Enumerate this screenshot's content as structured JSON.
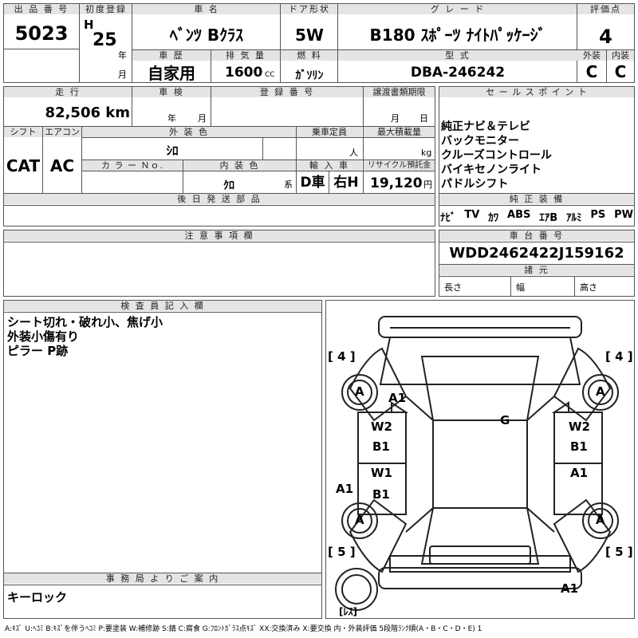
{
  "labels": {
    "lot_no": "出 品 番 号",
    "first_reg": "初度登録",
    "car_name": "車 名",
    "door": "ドア形状",
    "grade": "グ レ ー ド",
    "rating": "評価点",
    "history": "車 歴",
    "displacement": "排 気 量",
    "fuel": "燃 料",
    "model_code": "型 式",
    "exterior": "外装",
    "interior": "内装",
    "mileage": "走 行",
    "inspection": "車 検",
    "plate": "登 録 番 号",
    "transfer_deadline": "譲渡書類期限",
    "sales_points": "セ ー ル ス ポ イ ン ト",
    "shift": "シフト",
    "aircon": "エアコン",
    "ext_color": "外 装 色",
    "capacity": "乗車定員",
    "max_load": "最大積載量",
    "color_no": "カ ラ ー Ｎｏ.",
    "int_color": "内 装 色",
    "import": "輸 入 車",
    "recycle": "リサイクル預託金",
    "later_parts": "後 日 発 送 部 品",
    "genuine_equip": "純 正 装 備",
    "caution": "注 意 事 項 欄",
    "chassis_no": "車 台 番 号",
    "dimensions": "諸 元",
    "inspector": "検 査 員 記 入 欄",
    "office": "事 務 局 よ り ご 案 内"
  },
  "lot_number": "5023",
  "era": "H",
  "year": "25",
  "year_unit": "年",
  "month_unit": "月",
  "car_name": "ﾍﾞﾝﾂ Bｸﾗｽ",
  "door_type": "5W",
  "grade": "B180 ｽﾎﾟｰﾂ ﾅｲﾄﾊﾟｯｹｰｼﾞ",
  "rating_score": "4",
  "history": "自家用",
  "displacement": "1600",
  "displacement_unit": "CC",
  "fuel": "ｶﾞｿﾘﾝ",
  "model_code": "DBA-246242",
  "exterior_grade": "C",
  "interior_grade": "C",
  "mileage": "82,506 km",
  "inspection_year_unit": "年",
  "inspection_month_unit": "月",
  "transfer_month_unit": "月",
  "transfer_day_unit": "日",
  "shift": "CAT",
  "aircon": "AC",
  "ext_color": "ｼﾛ",
  "capacity_unit": "人",
  "max_load_unit": "kg",
  "int_color": "ｸﾛ",
  "int_color_suffix": "系",
  "import_dealer": "D車",
  "steering": "右H",
  "recycle_fee": "19,120",
  "recycle_unit": "円",
  "sales_points": [
    "純正ナビ＆テレビ",
    "バックモニター",
    "クルーズコントロール",
    "バイキセノンライト",
    "パドルシフト"
  ],
  "equipment": [
    "ﾅﾋﾞ",
    "TV",
    "ｶﾜ",
    "ABS",
    "ｴｱB",
    "ｱﾙﾐ",
    "PS",
    "PW"
  ],
  "chassis_number": "WDD2462422J159162",
  "dim_length": "長さ",
  "dim_width": "幅",
  "dim_height": "高さ",
  "inspector_notes": [
    "シート切れ・破れ小、焦げ小",
    "外装小傷有り",
    "ピラー P跡"
  ],
  "office_note": "キーロック",
  "diagram": {
    "tire_front_left": "4",
    "tire_front_right": "4",
    "tire_rear_left": "5",
    "tire_rear_right": "5",
    "spare": "ﾚｽ",
    "marks": {
      "wheel_fl": "A",
      "wheel_fr": "A",
      "wheel_rl": "A",
      "wheel_rr": "A",
      "fender_left": "A1",
      "roof": "G",
      "door_fl_1": "W2",
      "door_fl_2": "B1",
      "door_fr_1": "W2",
      "door_fr_2": "B1",
      "door_rl_1": "W1",
      "door_rl_2": "B1",
      "door_rr": "A1",
      "rocker_left": "A1",
      "rear_bumper": "A1"
    }
  },
  "legend": "A:ｷｽﾞ U:ﾍｺﾐ B:ｷｽﾞを伴うﾍｺﾐ P:要塗装 W:補修跡 S:錆 C:腐食 G:ﾌﾛﾝﾄｶﾞﾗｽ点ｷｽﾞ XX:交換済み X:要交換 内・外装評価 5段階ﾗﾝｸ順(A・B・C・D・E) 1"
}
